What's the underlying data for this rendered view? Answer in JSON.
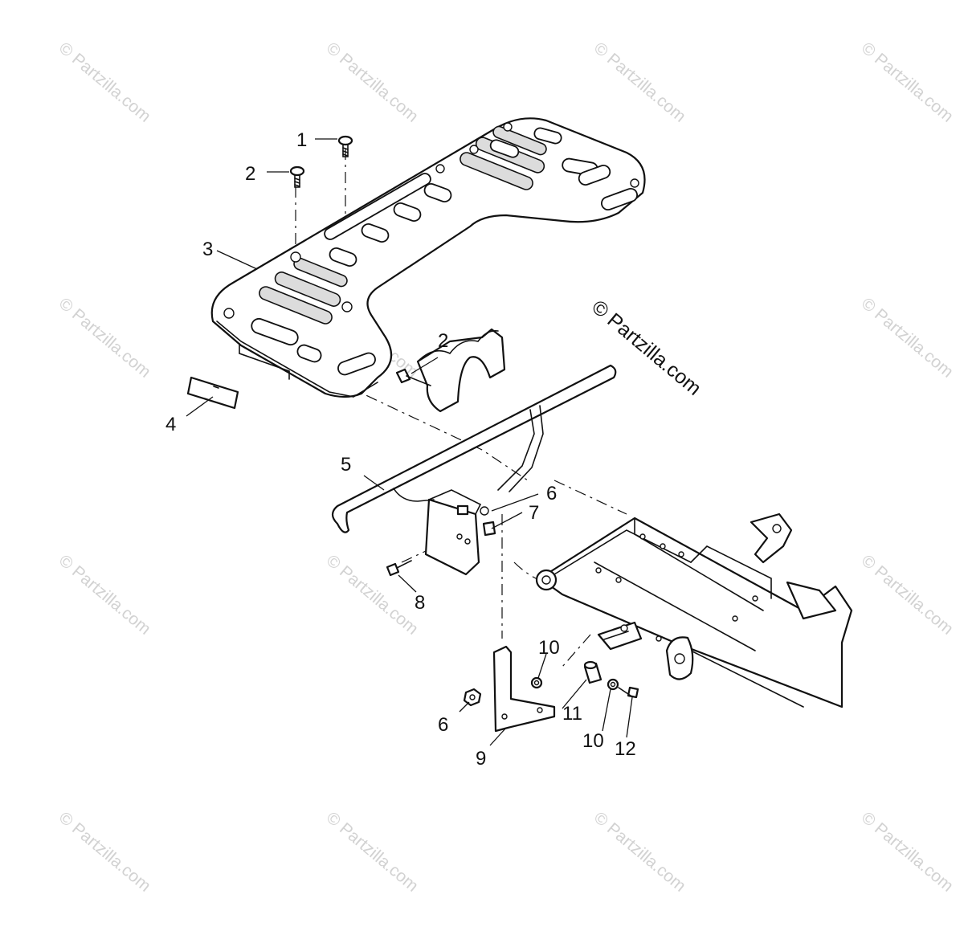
{
  "watermark": {
    "text": "© Partzilla.com",
    "color": "#d2d2d2"
  },
  "copyright": "© Partzilla.com",
  "callouts": [
    {
      "id": "c1",
      "label": "1"
    },
    {
      "id": "c2a",
      "label": "2"
    },
    {
      "id": "c3",
      "label": "3"
    },
    {
      "id": "c2b",
      "label": "2"
    },
    {
      "id": "c4",
      "label": "4"
    },
    {
      "id": "c5",
      "label": "5"
    },
    {
      "id": "c6a",
      "label": "6"
    },
    {
      "id": "c7",
      "label": "7"
    },
    {
      "id": "c8",
      "label": "8"
    },
    {
      "id": "c10a",
      "label": "10"
    },
    {
      "id": "c6b",
      "label": "6"
    },
    {
      "id": "c11",
      "label": "11"
    },
    {
      "id": "c9",
      "label": "9"
    },
    {
      "id": "c10b",
      "label": "10"
    },
    {
      "id": "c12",
      "label": "12"
    }
  ]
}
